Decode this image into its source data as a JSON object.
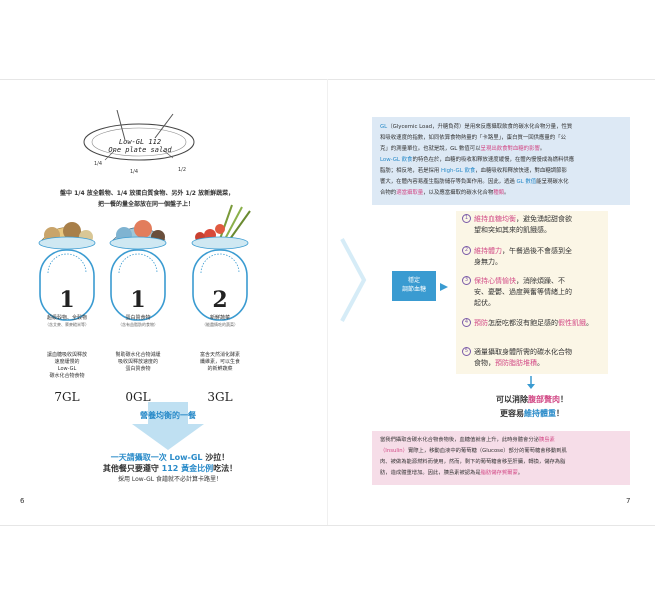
{
  "left": {
    "plate_title_line1": "Low-GL 112",
    "plate_title_line2": "One plate salad",
    "fraction_left": "1/4",
    "fraction_mid": "1/4",
    "fraction_right": "1/2",
    "intro_line1": "盤中 1/4 放全穀物、1/4 放蛋白質食物、另外 1/2 放新鮮蔬菜，",
    "intro_line2": "把一餐的量全部放在同一個盤子上！",
    "scales": [
      {
        "number": "1",
        "label": "超級穀物、全穀物",
        "sub": "（含艾麥、藜麥糙米等）",
        "desc1": "讓血糖吸收與釋放",
        "desc2": "速度緩慢的",
        "desc3": "Low-GL",
        "desc4": "碳水化合物食物",
        "gl": "7GL"
      },
      {
        "number": "1",
        "label": "蛋白質食物",
        "sub": "（含有益脂肪的食物）",
        "desc1": "幫助碳水化合物減緩",
        "desc2": "吸收與釋放速度的",
        "desc3": "蛋白質食物",
        "desc4": "",
        "gl": "0GL"
      },
      {
        "number": "2",
        "label": "新鮮蔬菜",
        "sub": "（能盡情吃的蔬菜）",
        "desc1": "富含天然消化酵素",
        "desc2": "纖維素，可以生食",
        "desc3": "的新鮮蔬菜",
        "desc4": "",
        "gl": "3GL"
      }
    ],
    "balance_banner": "營養均衡的一餐",
    "bottom_line1_a": "一天請攝取一次 ",
    "bottom_line1_b": "Low-GL",
    "bottom_line1_c": " 沙拉！",
    "bottom_line2_a": "其他餐只要遵守 ",
    "bottom_line2_b": "112 黃金比例",
    "bottom_line2_c": "吃法！",
    "bottom_line3": "採用 Low-GL 食譜就不必計算卡路里！",
    "page_number": "6"
  },
  "right": {
    "top_box": {
      "l1a": "GL",
      "l1b": "（Glycemic Load，升糖負荷）是用來反應攝取飲食的碳水化合物分量，性質",
      "l2": "和吸收速度的指數，如同依算食物熱量的「卡路里」，蛋白質一回供應量的「公",
      "l3a": "克」的測量單位。也就是說，GL 數值可以",
      "l3b": "呈現出飲食對血糖的影響",
      "l3c": "。",
      "l4a": "Low-GL 飲食",
      "l4b": "的特色在於，血糖的吸收和釋放速度緩慢，在體內慢慢成為燃料供應",
      "l5a": "脂肪；相反地，若是採用 ",
      "l5b": "High-GL 飲食",
      "l5c": "，血糖吸收和釋放快速，對血糖調節影",
      "l6": "響大，在體內容易產生脂肪儲存等負面作用。因此，透過 ",
      "l6b": "GL 數值",
      "l6c": "能呈現碳水化",
      "l7a": "合物的",
      "l7b": "適當攝取量",
      "l7c": "，以及應當攝取的碳水化合物",
      "l7d": "種類",
      "l7e": "。"
    },
    "tag_line1": "穩定",
    "tag_line2": "調節血糖",
    "items": [
      {
        "num": "1",
        "a": "維持血糖均衡",
        "b": "，避免湧起甜食欲",
        "c": "望和突如其來的飢餓感。"
      },
      {
        "num": "2",
        "a": "維持體力",
        "b": "，午餐過後不會感到全",
        "c": "身無力。"
      },
      {
        "num": "3",
        "a": "保持心情愉快",
        "b": "，消除煩躁、不",
        "c": "安、憂鬱、過度興奮等情緒上的",
        "d": "起伏。"
      },
      {
        "num": "4",
        "a": "預防",
        "b": "怎麼吃都沒有飽足感的",
        "c": "假性飢餓",
        "d": "。"
      },
      {
        "num": "5",
        "a": "適量攝取身體所需的碳水化合物",
        "b": "食物，",
        "c": "預防脂肪堆積",
        "d": "。"
      }
    ],
    "result_line1_a": "可以消除",
    "result_line1_b": "腹部贅肉",
    "result_line1_c": "！",
    "result_line2_a": "更容易",
    "result_line2_b": "維持體重",
    "result_line2_c": "！",
    "bottom_box": {
      "l1a": "當我們攝取含碳水化合物食物後，血糖值就會上升，此時身體會分泌",
      "l1b": "胰島素",
      "l2a": "（Insulin）",
      "l2b": "實際上，移動血液中的葡萄糖（Glucose）部分的葡萄糖會移動到肌",
      "l3": "肉、被做為能源燃料而使用，然而，剩下的葡萄糖會移至肝臟，轉換，儲存為脂",
      "l4a": "肪，造成體重增加。因此，胰島素被認為是",
      "l4b": "脂肪儲存賀爾蒙",
      "l4c": "。"
    },
    "page_number": "7"
  },
  "colors": {
    "accent_blue": "#2a8bc9",
    "accent_pink": "#d24a86",
    "accent_purple": "#7a5aa8",
    "top_box": "#dde9f5",
    "bottom_box": "#f6dde8",
    "mid_box": "#fbf6e6"
  }
}
